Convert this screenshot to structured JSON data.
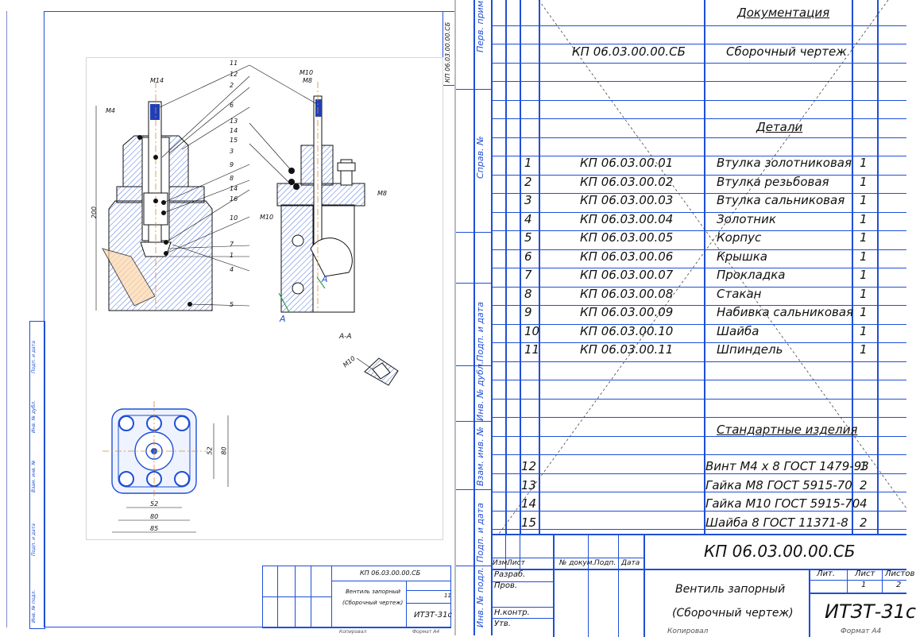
{
  "left_sheet": {
    "top_code_vertical": "КП 06.03.00.00.СБ",
    "section_label": "А-А",
    "dimension_labels": [
      "М14",
      "М10",
      "М8",
      "М4",
      "200",
      "М8",
      "М10",
      "М10",
      "52",
      "80",
      "52",
      "80",
      "85"
    ],
    "part_callouts": [
      "11",
      "12",
      "2",
      "6",
      "13",
      "14",
      "15",
      "3",
      "9",
      "8",
      "14",
      "16",
      "10",
      "7",
      "1",
      "4",
      "5"
    ],
    "view_marks": [
      "А",
      "А"
    ],
    "title_block": {
      "code": "КП 06.03.00.00.СБ",
      "name_line1": "Вентиль запорный",
      "name_line2": "(Сборочный чертеж)",
      "group": "ИТЗТ-31с",
      "sheets": "11",
      "format_label": "Копировал",
      "format_value": "Формат А4"
    },
    "side_column_labels": [
      "Подп. и дата",
      "Инв. № дубл.",
      "Взам. инв. №",
      "Подп. и дата",
      "Инв. № подл."
    ]
  },
  "right_sheet": {
    "side_labels": {
      "perv_prim": "Перв. прим.",
      "sprav": "Справ. №",
      "podp_data1": "Подп. и дата",
      "inv_dubl": "Инв. № дубл.",
      "vzam": "Взам. инв. №",
      "podp_data2": "Подп. и дата",
      "inv_podl": "Инв. № подл."
    },
    "sections": {
      "documentation": "Документация",
      "details": "Детали",
      "standard": "Стандартные изделия"
    },
    "doc_row": {
      "designation": "КП 06.03.00.00.СБ",
      "name": "Сборочный чертеж"
    },
    "details": [
      {
        "pos": "1",
        "designation": "КП 06.03.00.01",
        "name": "Втулка золотниковая",
        "qty": "1"
      },
      {
        "pos": "2",
        "designation": "КП 06.03.00.02",
        "name": "Втулка резьбовая",
        "qty": "1"
      },
      {
        "pos": "3",
        "designation": "КП 06.03.00.03",
        "name": "Втулка сальниковая",
        "qty": "1"
      },
      {
        "pos": "4",
        "designation": "КП 06.03.00.04",
        "name": "Золотник",
        "qty": "1"
      },
      {
        "pos": "5",
        "designation": "КП 06.03.00.05",
        "name": "Корпус",
        "qty": "1"
      },
      {
        "pos": "6",
        "designation": "КП 06.03.00.06",
        "name": "Крышка",
        "qty": "1"
      },
      {
        "pos": "7",
        "designation": "КП 06.03.00.07",
        "name": "Прокладка",
        "qty": "1"
      },
      {
        "pos": "8",
        "designation": "КП 06.03.00.08",
        "name": "Стакан",
        "qty": "1"
      },
      {
        "pos": "9",
        "designation": "КП 06.03.00.09",
        "name": "Набивка сальниковая",
        "qty": "1"
      },
      {
        "pos": "10",
        "designation": "КП 06.03.00.10",
        "name": "Шайба",
        "qty": "1"
      },
      {
        "pos": "11",
        "designation": "КП 06.03.00.11",
        "name": "Шпиндель",
        "qty": "1"
      }
    ],
    "standard": [
      {
        "pos": "12",
        "name": "Винт М4 х 8 ГОСТ 1479-93",
        "qty": "1"
      },
      {
        "pos": "13",
        "name": "Гайка М8 ГОСТ 5915-70",
        "qty": "2"
      },
      {
        "pos": "14",
        "name": "Гайка М10 ГОСТ 5915-70",
        "qty": "4"
      },
      {
        "pos": "15",
        "name": "Шайба 8 ГОСТ 11371-8",
        "qty": "2"
      }
    ],
    "title_block": {
      "code": "КП 06.03.00.00.СБ",
      "headers": [
        "Изм.",
        "Лист",
        "№ докум.",
        "Подп.",
        "Дата"
      ],
      "roles": [
        "Разраб.",
        "Пров.",
        "Н.контр.",
        "Утв."
      ],
      "name_line1": "Вентиль запорный",
      "name_line2": "(Сборочный чертеж)",
      "lit_label": "Лит.",
      "list_label": "Лист",
      "listov_label": "Листов",
      "list_value": "1",
      "listov_value": "2",
      "group": "ИТЗТ-31с",
      "copied": "Копировал",
      "format": "Формат А4"
    }
  },
  "colors": {
    "frame_blue": "#1f4fd6",
    "part_fill": "#3c66e0",
    "hatch": "#1f4fd6"
  }
}
